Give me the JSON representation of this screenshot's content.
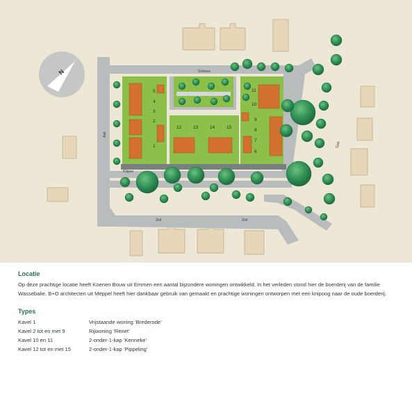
{
  "map": {
    "compass_letter": "N",
    "streets": {
      "schouw": "Schouw",
      "aak": "Aak",
      "klipper": "Klipper",
      "zeil_1": "Zeil",
      "zeil_2": "Zeil",
      "tjalk": "Tjalk"
    },
    "plots": [
      "1",
      "2",
      "3",
      "4",
      "5",
      "6",
      "7",
      "8",
      "9",
      "10",
      "11",
      "12",
      "13",
      "14",
      "15"
    ]
  },
  "locatie": {
    "heading": "Locatie",
    "text": "Op deze prachtige locatie heeft Koenen Bouw uit Emmen een aantal bijzondere woningen ontwikkeld. In het verleden stond hier de boerderij van de familie Wassebalie. B+O architecten uit Meppel heeft hier dankbaar gebruik van gemaakt en prachtige woningen ontworpen met een knipoog naar de oude boerderij."
  },
  "types": {
    "heading": "Types",
    "rows": [
      {
        "kavel": "Kavel 1",
        "type": "Vrijstaande woning  ‘Brederode’"
      },
      {
        "kavel": "Kavel 2 tot en met 9",
        "type": "Rijwoning  ‘Renet’"
      },
      {
        "kavel": "Kavel 10 en 11",
        "type": "2-onder-1-kap  ‘Kenneke’"
      },
      {
        "kavel": "Kavel 12 tot en met 15",
        "type": "2-onder-1-kap  ‘Pippeling’"
      }
    ]
  },
  "colors": {
    "background": "#ede8d6",
    "road": "#b9bcbc",
    "grass": "#8cc04a",
    "roof": "#d2722e",
    "building": "#e7d6b8",
    "tree": "#2f8f55",
    "heading": "#2e6b58"
  }
}
